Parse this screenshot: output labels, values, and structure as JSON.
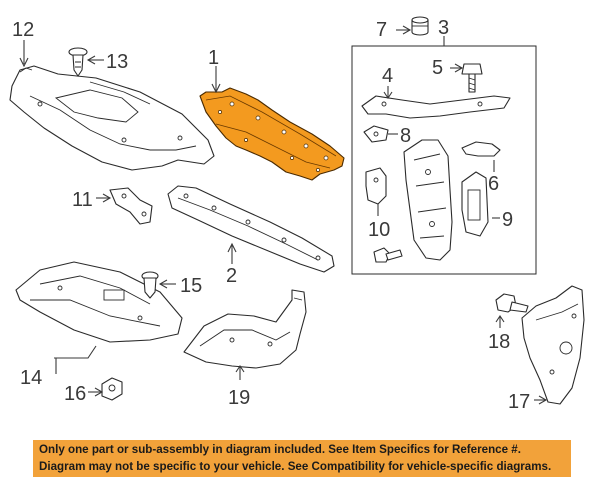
{
  "callouts": {
    "c1": "1",
    "c2": "2",
    "c3": "3",
    "c4": "4",
    "c5": "5",
    "c6": "6",
    "c7": "7",
    "c8": "8",
    "c9": "9",
    "c10": "10",
    "c11": "11",
    "c12": "12",
    "c13": "13",
    "c14": "14",
    "c15": "15",
    "c16": "16",
    "c17": "17",
    "c18": "18",
    "c19": "19"
  },
  "highlight_color": "#f39a1f",
  "banner": {
    "line1": "Only one part or sub-assembly in diagram included. See Item Specifics for Reference #.",
    "line2": "Diagram may not be specific to your vehicle. See Compatibility for vehicle-specific diagrams.",
    "background": "#f2a23a"
  }
}
